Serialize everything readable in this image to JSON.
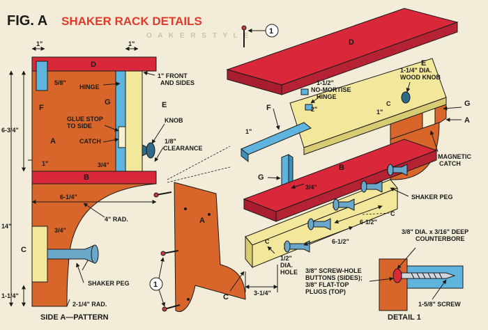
{
  "fig_label": "FIG. A",
  "title": "SHAKER RACK DETAILS",
  "watermark": "O A K E R   S T Y L E",
  "colors": {
    "red": "#d8283a",
    "orange": "#d8662a",
    "yellow": "#f2e79a",
    "blue": "#5fb4dd",
    "peg": "#6aa7c8",
    "bg": "#f3ecd8"
  },
  "parts": {
    "A": "A",
    "B": "B",
    "C": "C",
    "D": "D",
    "E": "E",
    "F": "F",
    "G": "G"
  },
  "labels": {
    "one_in_left": "1\"",
    "one_in_right": "1\"",
    "five_eighths": "5/8\"",
    "hinge": "HINGE",
    "one_front_1": "1\" FRONT",
    "one_front_2": "AND SIDES",
    "glue_stop_1": "GLUE STOP",
    "glue_stop_2": "TO SIDE",
    "knob": "KNOB",
    "catch": "CATCH",
    "clearance_1": "1/8\"",
    "clearance_2": "CLEARANCE",
    "six_three_quarter": "6-3/4\"",
    "one_in_mid": "1\"",
    "three_quarter_a": "3/4\"",
    "six_quarter": "6-1/4\"",
    "four_rad": "4\" RAD.",
    "fourteen": "14\"",
    "three_quarter_b": "3/4\"",
    "shaker_peg_left": "SHAKER PEG",
    "one_quarter": "1-1/4\"",
    "two_quarter_rad": "2-1/4\" RAD.",
    "side_a_pattern": "SIDE A—PATTERN",
    "callout_num": "1",
    "one_half_1": "1-1/2\"",
    "one_half_2": "NO-MORTISE",
    "one_half_3": "HINGE",
    "two_in": "2\"",
    "knob_dia_1": "1-1/4\" DIA.",
    "knob_dia_2": "WOOD KNOB",
    "one_in_e": "1\"",
    "magnetic_1": "MAGNETIC",
    "magnetic_2": "CATCH",
    "one_in_f": "1\"",
    "three_quarter_c": "3/4\"",
    "shaker_peg_right": "SHAKER PEG",
    "six_half_1": "6-1/2\"",
    "six_half_2": "6-1/2\"",
    "half_dia_1": "1/2\"",
    "half_dia_2": "DIA.",
    "half_dia_3": "HOLE",
    "three_quarter_d": "3-1/4\"",
    "counterbore_1": "3/8\" DIA. x 3/16\" DEEP",
    "counterbore_2": "COUNTERBORE",
    "buttons_1": "3/8\" SCREW-HOLE",
    "buttons_2": "BUTTONS (SIDES);",
    "buttons_3": "3/8\" FLAT-TOP",
    "buttons_4": "PLUGS (TOP)",
    "screw": "1-5/8\" SCREW",
    "detail": "DETAIL 1",
    "cl": "C"
  }
}
